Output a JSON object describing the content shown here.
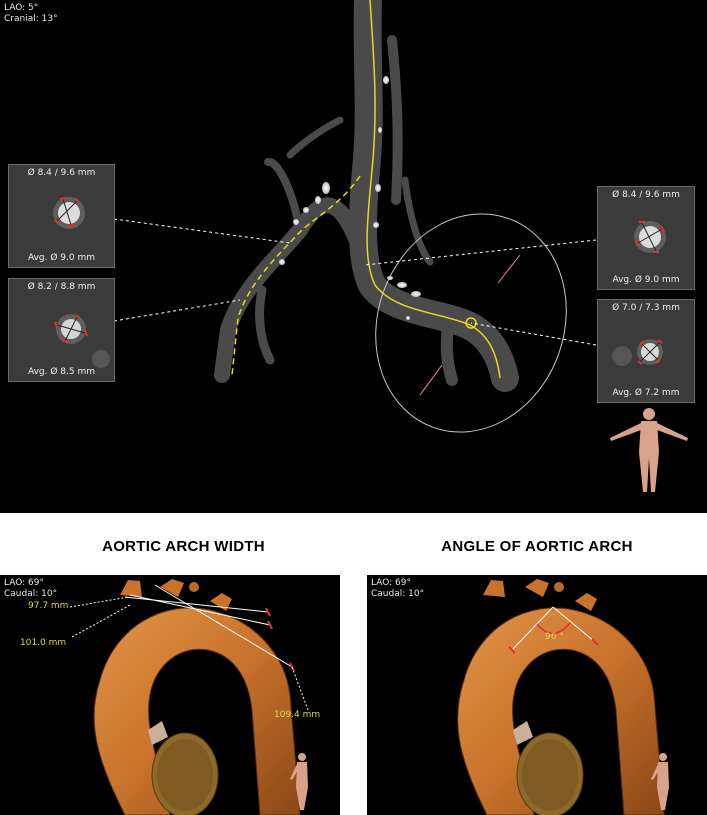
{
  "top_view": {
    "angle_line1": "LAO: 5°",
    "angle_line2": "Cranial: 13°",
    "insets": [
      {
        "diameter": "Ø 8.4 / 9.6 mm",
        "average": "Avg. Ø 9.0 mm"
      },
      {
        "diameter": "Ø 8.2 / 8.8 mm",
        "average": "Avg. Ø 8.5 mm"
      },
      {
        "diameter": "Ø 8.4 / 9.6 mm",
        "average": "Avg. Ø 9.0 mm"
      },
      {
        "diameter": "Ø 7.0 / 7.3 mm",
        "average": "Avg. Ø 7.2 mm"
      }
    ]
  },
  "width_panel": {
    "heading": "AORTIC ARCH WIDTH",
    "angle_line1": "LAO: 69°",
    "angle_line2": "Caudal: 10°",
    "measurements": [
      "97.7 mm",
      "101.0 mm",
      "109.4 mm"
    ]
  },
  "angle_panel": {
    "heading": "ANGLE OF AORTIC ARCH",
    "angle_line1": "LAO: 69°",
    "angle_line2": "Caudal: 10°",
    "angle_value": "96 °"
  },
  "colors": {
    "centerline": "#e6d81c",
    "aorta": "#c8722c",
    "measurement_text": "#d7dc4a",
    "marker": "#e03030"
  }
}
